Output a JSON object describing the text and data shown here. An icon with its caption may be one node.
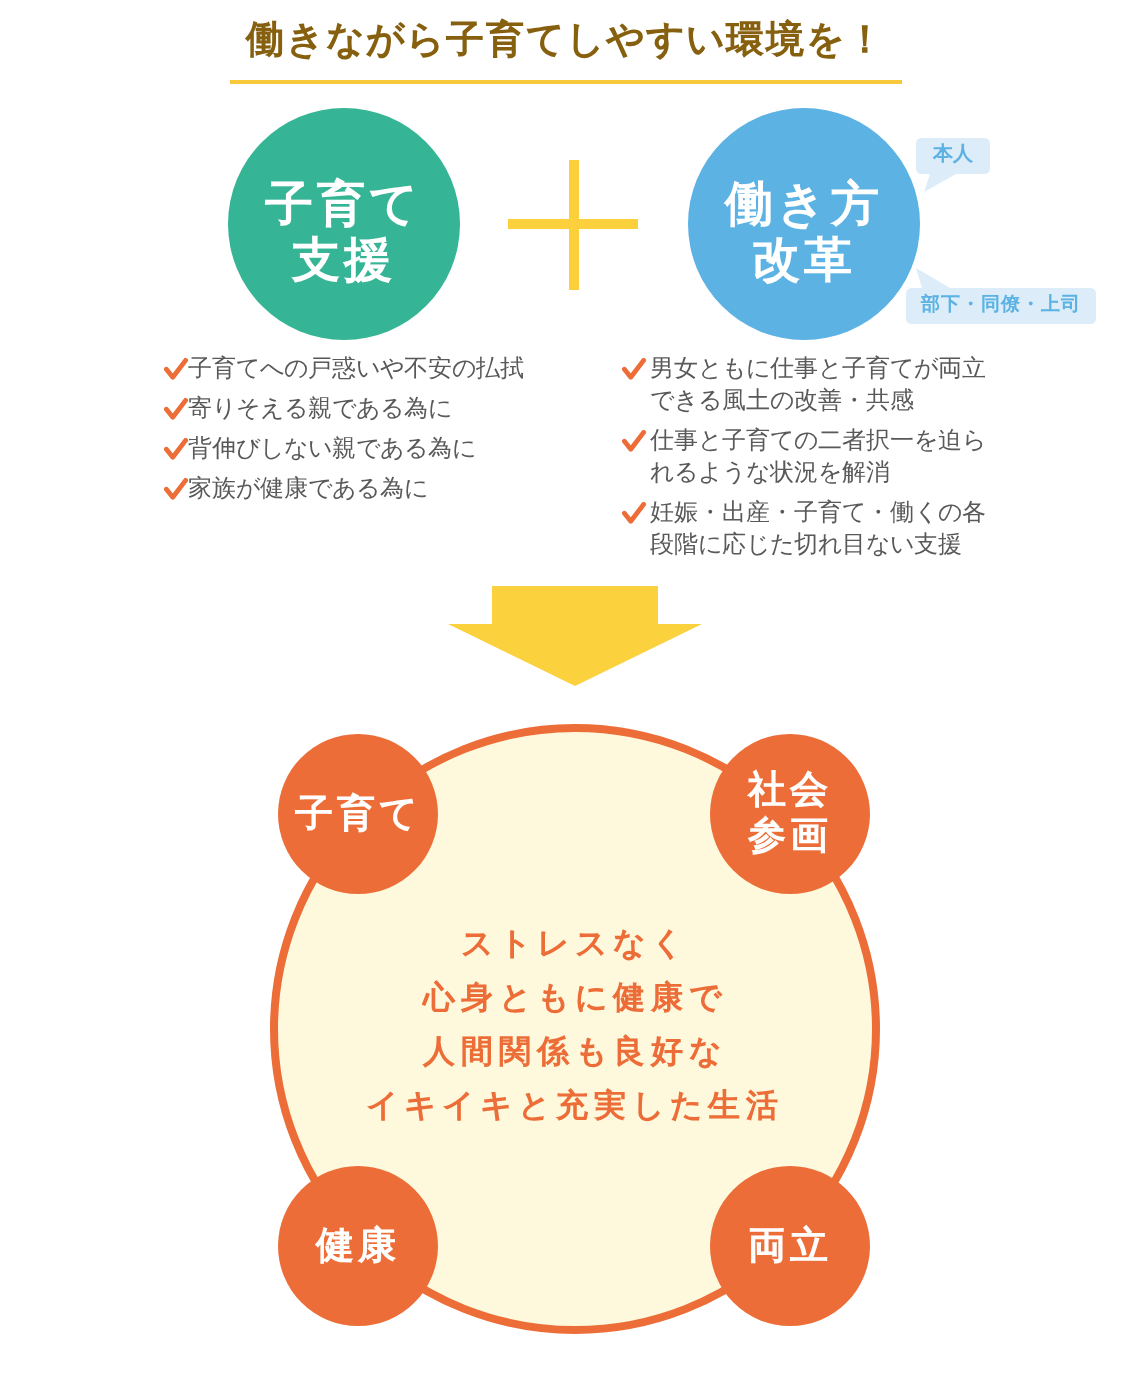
{
  "diagram": {
    "title": "働きながら子育てしやすい環境を！",
    "nodes": [
      {
        "text": [
          "子育て支援"
        ],
        "beside": [
          "子育てへの戸惑いや不安の払拭",
          "寄りそえる親である為に",
          "背伸びしない親である為に",
          "家族が健康である為に"
        ]
      },
      {
        "text": [
          "働き方改革"
        ],
        "beside": [
          "男女ともに仕事と子育てが両立できる風土の改善・共感",
          "仕事と子育ての二者択一を迫られるような状況を解消",
          "妊娠・出産・子育て・働くの各段階に応じた切れ目ない支援"
        ]
      },
      {
        "text": [
          "本人"
        ]
      },
      {
        "text": [
          "部下・同僚・上司"
        ]
      },
      {
        "text": [
          "ストレスなく心身ともに健康で人間関係も良好なイキイキと充実した生活"
        ]
      },
      {
        "text": [
          "子育て"
        ]
      },
      {
        "text": [
          "社会参画"
        ]
      },
      {
        "text": [
          "健康"
        ]
      },
      {
        "text": [
          "両立"
        ]
      }
    ],
    "edges": [
      {
        "from": null,
        "to": 4,
        "arrow": "to"
      }
    ]
  }
}
